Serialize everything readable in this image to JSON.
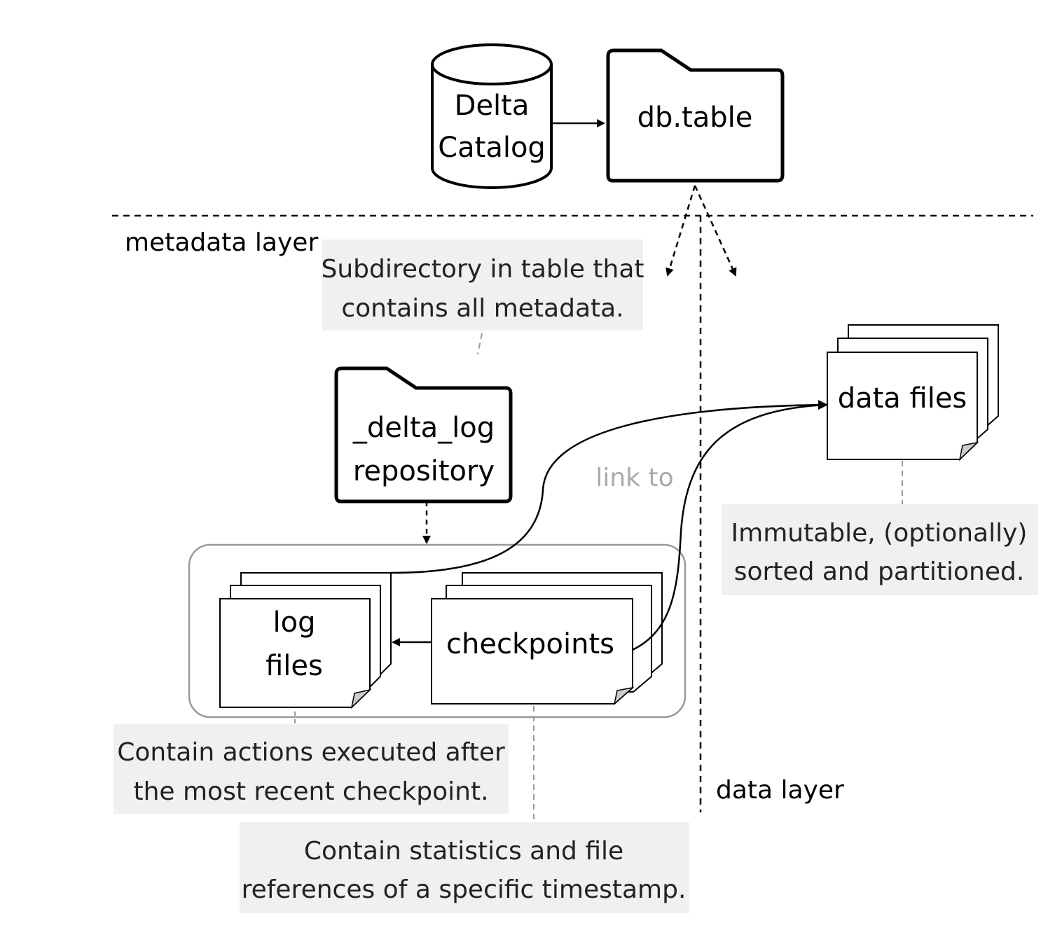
{
  "nodes": {
    "catalog": {
      "line1": "Delta",
      "line2": "Catalog",
      "icon": "database-cylinder-icon"
    },
    "table": {
      "label": "db.table",
      "icon": "folder-icon"
    },
    "delta_log": {
      "line1": "_delta_log",
      "line2": "repository",
      "icon": "folder-icon"
    },
    "log_files": {
      "line1": "log",
      "line2": "files",
      "icon": "document-stack-icon"
    },
    "checkpoints": {
      "label": "checkpoints",
      "icon": "document-stack-icon"
    },
    "data_files": {
      "label": "data files",
      "icon": "document-stack-icon"
    }
  },
  "layers": {
    "metadata": "metadata layer",
    "data": "data layer"
  },
  "edge_labels": {
    "link_to": "link to"
  },
  "notes": {
    "subdirectory": {
      "line1": "Subdirectory in table that",
      "line2": "contains all metadata."
    },
    "immutable": {
      "line1": "Immutable, (optionally)",
      "line2": "sorted and partitioned."
    },
    "log_actions": {
      "line1": "Contain actions executed after",
      "line2": "the most recent checkpoint."
    },
    "checkpoint_stats": {
      "line1": "Contain statistics and file",
      "line2": "references of a specific timestamp."
    }
  },
  "colors": {
    "note_bg": "#f0f0f0",
    "group_border": "#999999",
    "link_label": "#aaaaaa"
  }
}
